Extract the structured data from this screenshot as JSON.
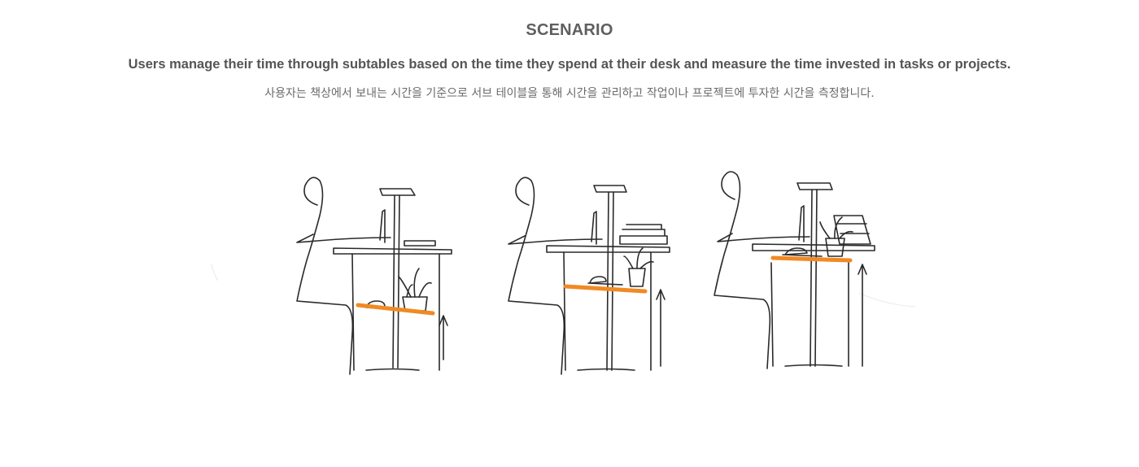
{
  "section": {
    "title": "SCENARIO",
    "subtitle_en": "Users manage their time through subtables based on the time they spend at their desk and measure the time invested in tasks or projects.",
    "subtitle_ko": "사용자는 책상에서 보내는 시간을 기준으로 서브 테이블을 통해 시간을 관리하고 작업이나 프로젝트에 투자한 시간을 측정합니다."
  },
  "illustrations": [
    {
      "id": "sketch-1",
      "description": "person at desk, subtable (orange) at low position with plant and items, up arrow",
      "subtable_level": "low"
    },
    {
      "id": "sketch-2",
      "description": "person at desk, subtable (orange) at middle position, books on desk, up arrow",
      "subtable_level": "middle"
    },
    {
      "id": "sketch-3",
      "description": "person at desk, subtable (orange) raised just below desk, plant and books, up arrow",
      "subtable_level": "high"
    }
  ],
  "colors": {
    "accent": "#f08a24",
    "title": "#5f5f5f",
    "text": "#555555",
    "line": "#2a2a2a"
  }
}
